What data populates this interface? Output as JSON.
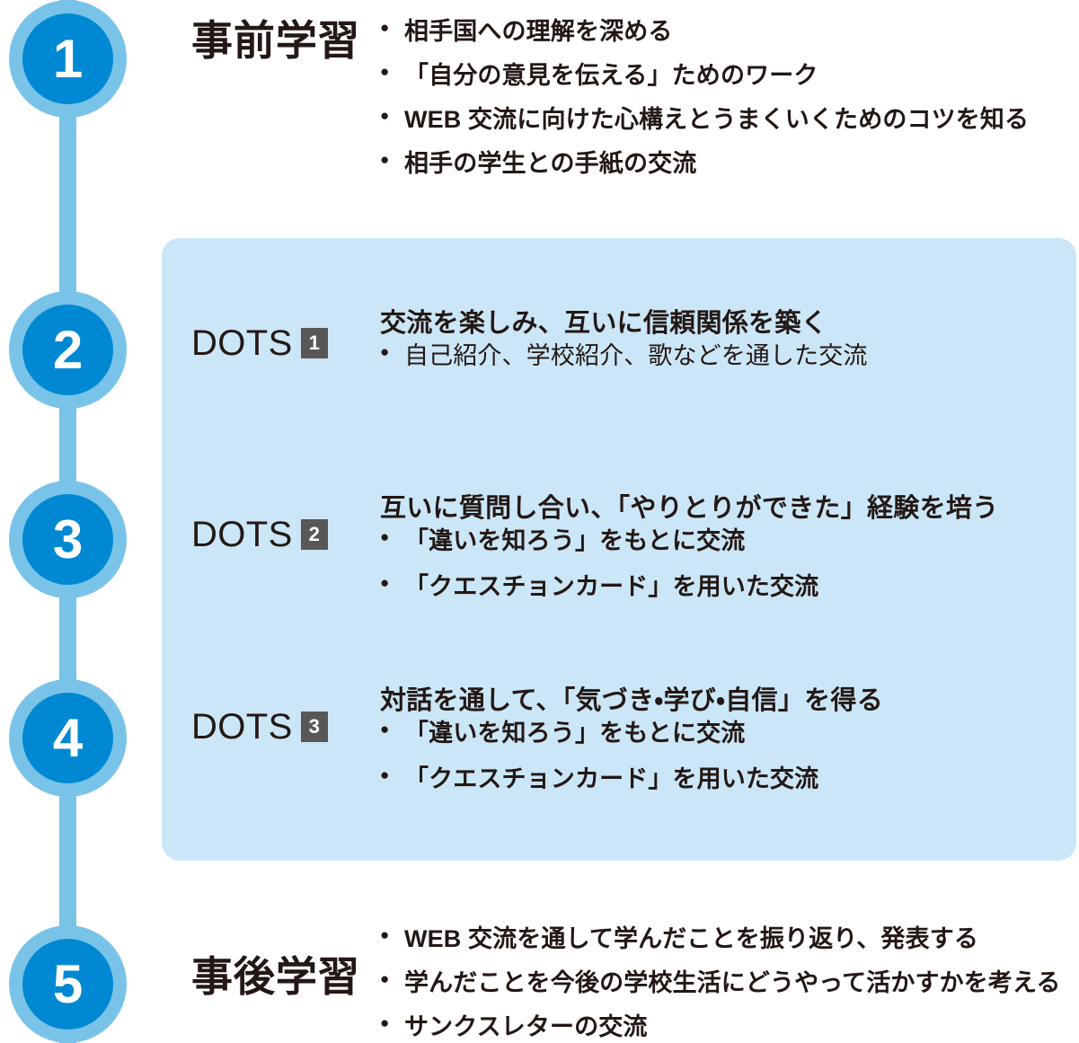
{
  "colors": {
    "rail": "#79c3e9",
    "marker_core": "#0089d2",
    "panel_bg": "#cbe6f6",
    "badge_bg": "#595757",
    "text": "#231815"
  },
  "steps": [
    {
      "number": "1",
      "title_type": "jp",
      "title": "事前学習",
      "heading": "",
      "bullets": [
        "相手国への理解を深める",
        "「自分の意見を伝える」ためのワーク",
        "WEB 交流に向けた心構えとうまくいくためのコツを知る",
        "相手の学生との手紙の交流"
      ]
    },
    {
      "number": "2",
      "title_type": "dots",
      "title": "DOTS",
      "badge": "1",
      "heading": "交流を楽しみ、互いに信頼関係を築く",
      "bullets": [
        "自己紹介、学校紹介、歌などを通した交流"
      ]
    },
    {
      "number": "3",
      "title_type": "dots",
      "title": "DOTS",
      "badge": "2",
      "heading": "互いに質問し合い、「やりとりができた」経験を培う",
      "bullets": [
        "「違いを知ろう」をもとに交流",
        "「クエスチョンカード」を用いた交流"
      ]
    },
    {
      "number": "4",
      "title_type": "dots",
      "title": "DOTS",
      "badge": "3",
      "heading": "対話を通して、「気づき・学び・自信」を得る",
      "bullets": [
        "「違いを知ろう」をもとに交流",
        "「クエスチョンカード」を用いた交流"
      ]
    },
    {
      "number": "5",
      "title_type": "jp",
      "title": "事後学習",
      "heading": "",
      "bullets": [
        "WEB 交流を通して学んだことを振り返り、発表する",
        "学んだことを今後の学校生活にどうやって活かすかを考える",
        "サンクスレターの交流"
      ]
    }
  ]
}
